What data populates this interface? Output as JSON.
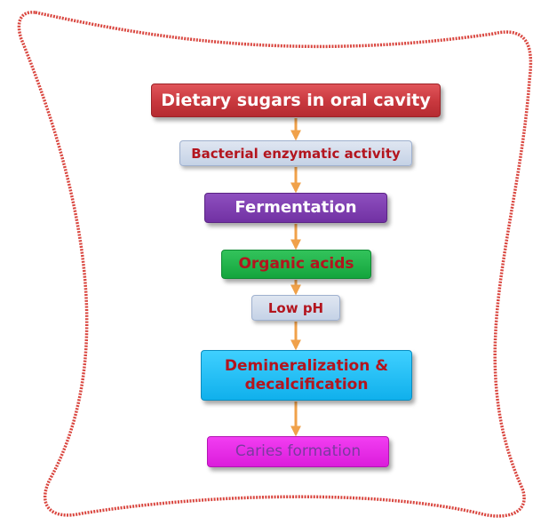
{
  "diagram": {
    "steps": [
      {
        "label": "Dietary sugars in oral cavity"
      },
      {
        "label": "Bacterial enzymatic activity"
      },
      {
        "label": "Fermentation"
      },
      {
        "label": "Organic acids"
      },
      {
        "label": "Low pH"
      },
      {
        "label_line1": "Demineralization &",
        "label_line2": "decalcification"
      },
      {
        "label": "Caries formation"
      }
    ]
  },
  "colors": {
    "outline": "#d9463f",
    "arrow": "#f0a14a",
    "step_red": "#c8383e",
    "step_lightblue": "#c5d2e6",
    "step_purple": "#7131a3",
    "step_green": "#13a53d",
    "step_cyan": "#10b0ec",
    "step_magenta": "#db1ddb",
    "text_dark_red": "#b3151e"
  }
}
